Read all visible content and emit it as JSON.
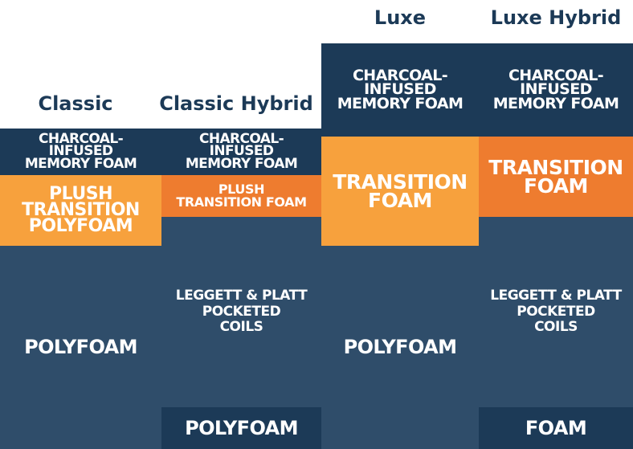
{
  "titles": {
    "classic": "Classic",
    "classic_hybrid": "Classic Hybrid",
    "luxe": "Luxe",
    "luxe_hybrid": "Luxe Hybrid"
  },
  "classic": {
    "memory_foam": [
      "CHARCOAL-",
      "INFUSED",
      "MEMORY FOAM"
    ],
    "transition": [
      "PLUSH",
      "TRANSITION",
      "POLYFOAM"
    ],
    "base": "POLYFOAM"
  },
  "classic_hybrid": {
    "memory_foam": [
      "CHARCOAL-",
      "INFUSED",
      "MEMORY FOAM"
    ],
    "transition": [
      "PLUSH",
      "TRANSITION FOAM"
    ],
    "coils": [
      "LEGGETT & PLATT",
      "POCKETED",
      "COILS"
    ],
    "base": "POLYFOAM"
  },
  "luxe": {
    "memory_foam": [
      "CHARCOAL-",
      "INFUSED",
      "MEMORY FOAM"
    ],
    "transition": [
      "TRANSITION",
      "FOAM"
    ],
    "base": "POLYFOAM"
  },
  "luxe_hybrid": {
    "memory_foam": [
      "CHARCOAL-",
      "INFUSED",
      "MEMORY FOAM"
    ],
    "transition": [
      "TRANSITION",
      "FOAM"
    ],
    "coils": [
      "LEGGETT & PLATT",
      "POCKETED",
      "COILS"
    ],
    "base": "FOAM"
  },
  "colors": {
    "title_text": "#1c3a57",
    "memory_foam_layer": "#1c3a57",
    "base_layer": "#2f4d6a",
    "transition_light": "#f7a13d",
    "transition_deep": "#ee7c2f"
  }
}
